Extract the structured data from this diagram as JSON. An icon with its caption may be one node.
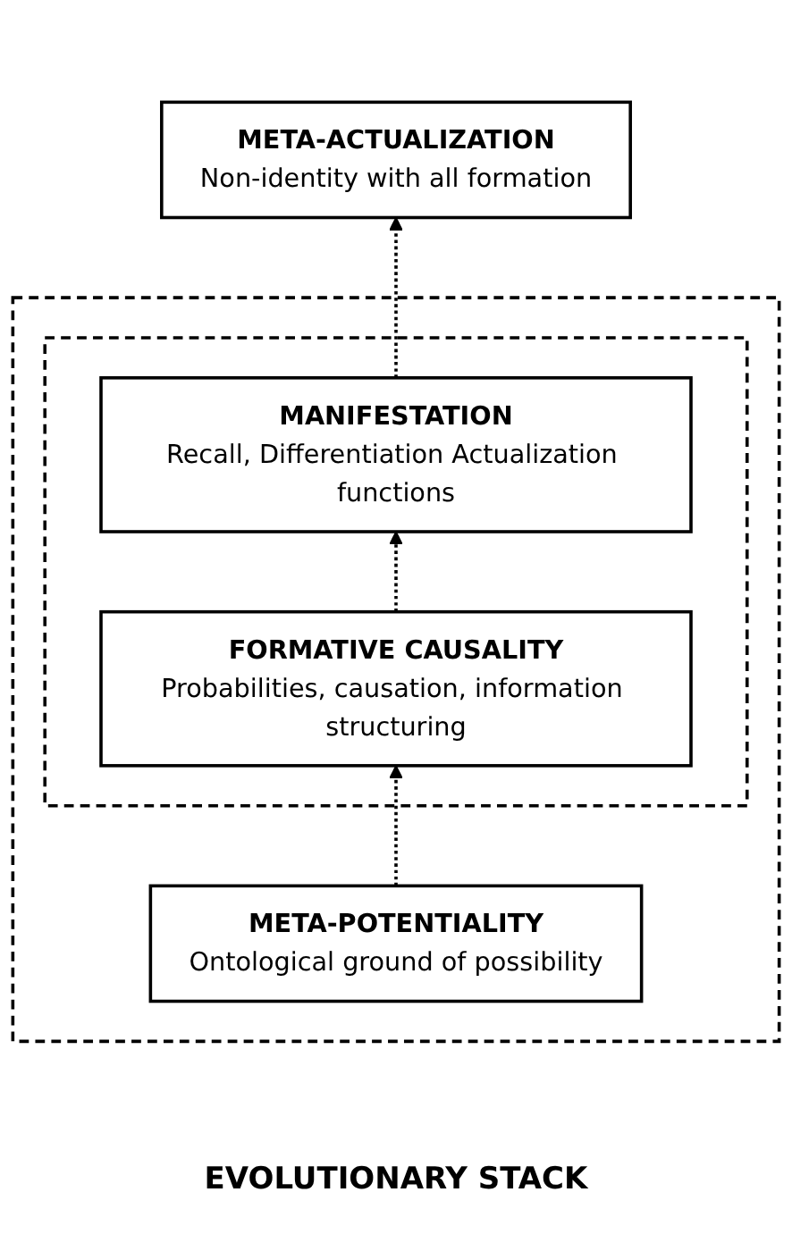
{
  "diagram": {
    "caption": "EVOLUTIONARY STACK",
    "nodes": [
      {
        "text": [
          "META-ACTUALIZATION",
          "Non-identity with all formation"
        ]
      },
      {
        "text": [],
        "shape": "box"
      },
      {
        "text": [],
        "shape": "box",
        "in": 1
      },
      {
        "text": [
          "MANIFESTATION",
          "Recall, Differentiation Actualization functions"
        ],
        "in": 2
      },
      {
        "text": [
          "FORMATIVE CAUSALITY",
          "Probabilities, causation, information structuring"
        ],
        "in": 2
      },
      {
        "text": [
          "META-POTENTIALITY",
          "Ontological ground of possibility"
        ],
        "in": 1
      }
    ],
    "edges": [
      {
        "from": 5,
        "to": 4,
        "arrow": "to",
        "style": "dashed"
      },
      {
        "from": 4,
        "to": 3,
        "arrow": "to",
        "style": "dashed"
      },
      {
        "from": 3,
        "to": 0,
        "arrow": "to",
        "style": "dashed"
      }
    ]
  }
}
